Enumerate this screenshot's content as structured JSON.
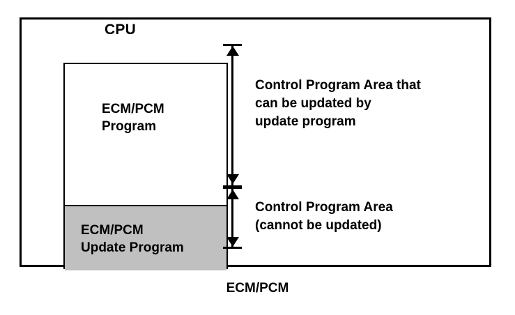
{
  "diagram": {
    "caption": "ECM/PCM",
    "cpu": {
      "label": "CPU"
    },
    "memory_map": {
      "regions": [
        {
          "id": "ecm-pcm-program",
          "label": "ECM/PCM\nProgram",
          "fill": "#ffffff",
          "share_percent": 69
        },
        {
          "id": "ecm-pcm-update-program",
          "label": "ECM/PCM\nUpdate Program",
          "fill": "#c0c0c0",
          "share_percent": 31
        }
      ]
    },
    "annotations": [
      {
        "id": "updatable-area",
        "text": "Control Program Area that\ncan be updated by\nupdate program",
        "arrow": "double-headed-vertical"
      },
      {
        "id": "non-updatable-area",
        "text": "Control Program Area\n(cannot be updated)",
        "arrow": "double-headed-vertical"
      }
    ],
    "colors": {
      "stroke": "#000000",
      "background": "#ffffff",
      "highlight_fill": "#c0c0c0"
    }
  }
}
